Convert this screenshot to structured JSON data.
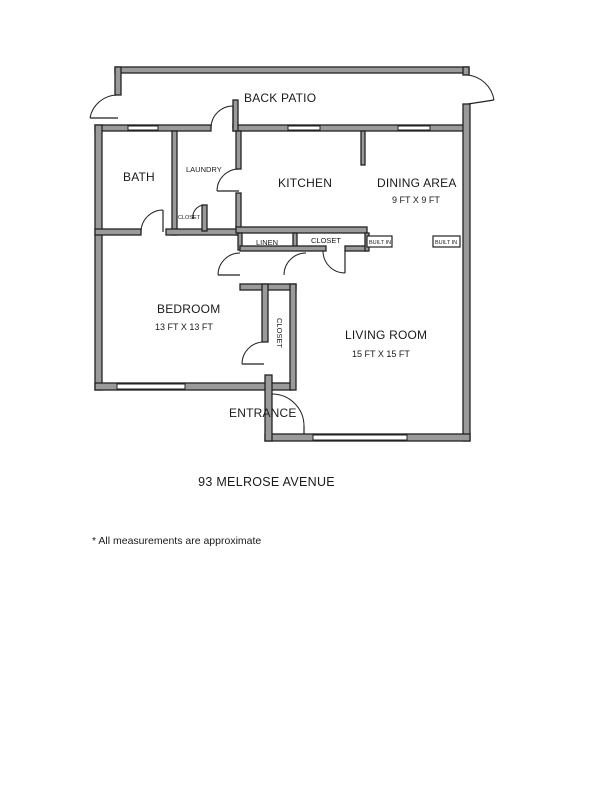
{
  "plan": {
    "rooms": {
      "back_patio": "BACK PATIO",
      "bath": "BATH",
      "laundry": "LAUNDRY",
      "kitchen": "KITCHEN",
      "dining": "DINING AREA",
      "dining_size": "9 FT X 9 FT",
      "closet_small": "CLOSET",
      "linen": "LINEN",
      "closet_hall": "CLOSET",
      "builtin_left": "BUILT IN",
      "builtin_right": "BUILT IN",
      "bedroom": "BEDROOM",
      "bedroom_size": "13 FT X 13 FT",
      "closet_bedroom": "CLOSET",
      "living": "LIVING ROOM",
      "living_size": "15 FT X 15 FT",
      "entrance": "ENTRANCE"
    },
    "address": "93 MELROSE AVENUE",
    "note": "* All measurements are approximate"
  }
}
